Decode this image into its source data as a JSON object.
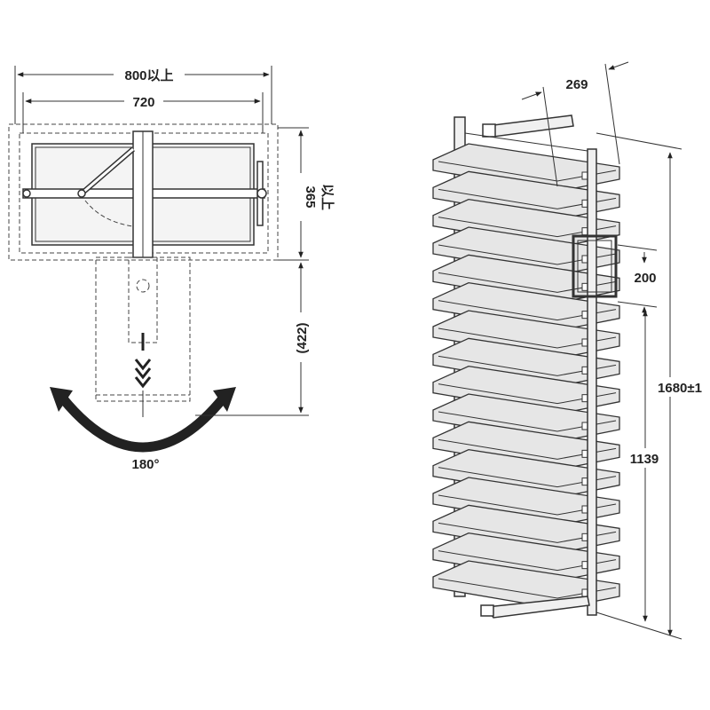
{
  "plan_view": {
    "dim_overall_width": "800以上",
    "dim_inner_width": "720",
    "dim_depth": "365",
    "dim_depth_suffix": "以上",
    "dim_swing_clearance": "(422)",
    "rotation_angle": "180°"
  },
  "elevation_view": {
    "dim_shelf_depth": "269",
    "dim_rail_height": "200",
    "dim_total_height": "1680±1",
    "dim_lower_height": "1139",
    "shelf_count": 16
  },
  "colors": {
    "line": "#333333",
    "shelf_fill": "#e6e6e6",
    "frame_fill": "#f0f0f0",
    "arrow_fill": "#222222"
  }
}
